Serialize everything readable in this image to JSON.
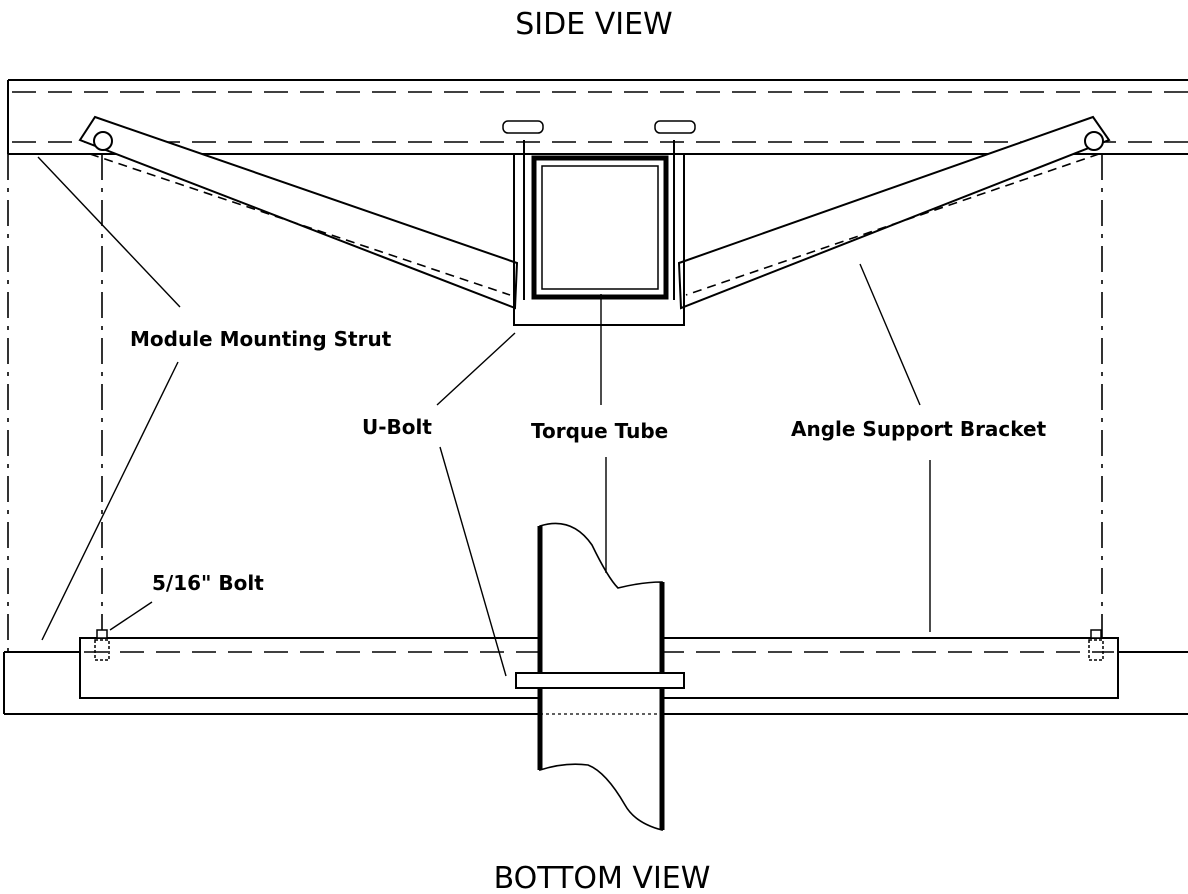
{
  "views": {
    "top_title": "SIDE VIEW",
    "bottom_title": "BOTTOM VIEW"
  },
  "callouts": {
    "module_mounting_strut": "Module Mounting Strut",
    "u_bolt": "U-Bolt",
    "torque_tube": "Torque Tube",
    "angle_support_bracket": "Angle Support Bracket",
    "bolt": "5/16\" Bolt"
  }
}
